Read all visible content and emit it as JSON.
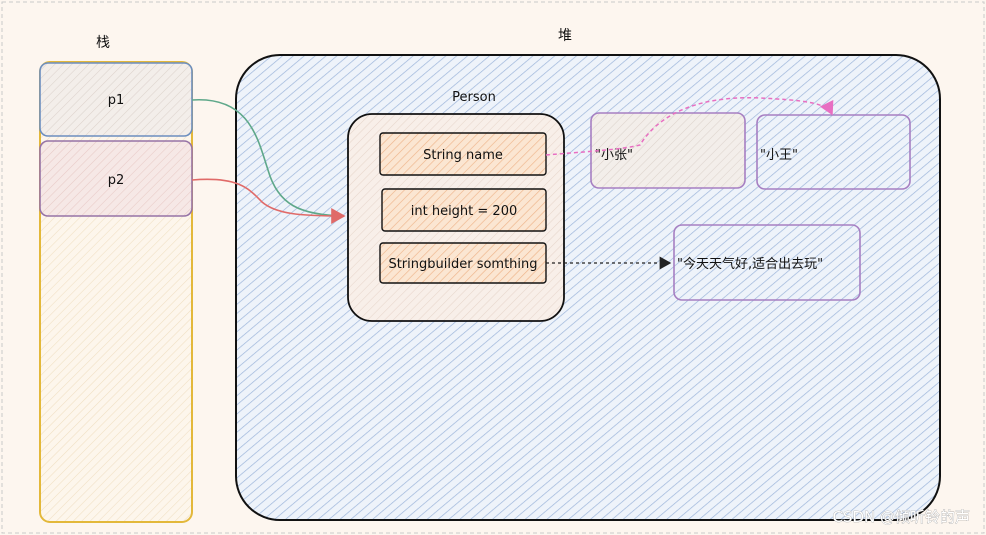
{
  "stack": {
    "title": "栈",
    "items": [
      {
        "label": "p1"
      },
      {
        "label": "p2"
      }
    ]
  },
  "heap": {
    "title": "堆",
    "person": {
      "title": "Person",
      "fields": [
        {
          "label": "String name"
        },
        {
          "label": "int height = 200"
        },
        {
          "label": "Stringbuilder somthing"
        }
      ]
    },
    "strings": [
      {
        "label": "\"小张\""
      },
      {
        "label": "\"小王\""
      },
      {
        "label": "\"今天天气好,适合出去玩\""
      }
    ]
  },
  "watermark": "CSDN @倾听铃的声",
  "colors": {
    "stack_border": "#e3b83a",
    "p1_border": "#6c8ebf",
    "p2_border": "#9673a6",
    "heap_fill": "#b9cbe6",
    "heap_border": "#111111",
    "field_fill": "#f3c8a8",
    "string_border": "#a67fc2",
    "arrow_p1": "#5fa88a",
    "arrow_p2": "#e06a68",
    "arrow_pink": "#e86fc2",
    "arrow_black": "#222222"
  }
}
